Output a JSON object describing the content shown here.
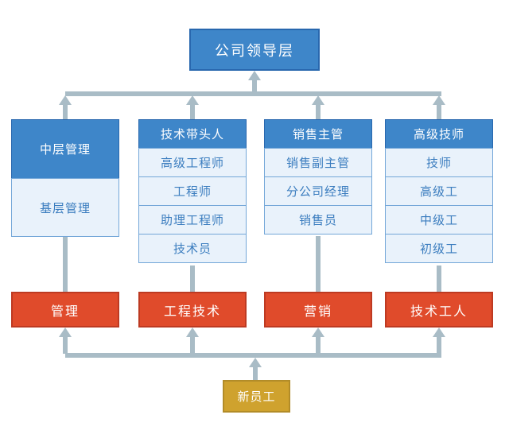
{
  "diagram": {
    "top_box": {
      "label": "公司领导层"
    },
    "columns": [
      {
        "id": "management",
        "header": "中层管理",
        "cells": [
          "基层管理"
        ]
      },
      {
        "id": "engineering",
        "header": "技术带头人",
        "cells": [
          "高级工程师",
          "工程师",
          "助理工程师",
          "技术员"
        ]
      },
      {
        "id": "sales",
        "header": "销售主管",
        "cells": [
          "销售副主管",
          "分公司经理",
          "销售员"
        ]
      },
      {
        "id": "technician",
        "header": "高级技师",
        "cells": [
          "技师",
          "高级工",
          "中级工",
          "初级工"
        ]
      }
    ],
    "tracks": [
      {
        "label": "管理"
      },
      {
        "label": "工程技术"
      },
      {
        "label": "营销"
      },
      {
        "label": "技术工人"
      }
    ],
    "entry_box": {
      "label": "新员工"
    },
    "colors": {
      "header_blue": "#3e86c9",
      "header_blue_border": "#2867ae",
      "cell_fill": "#e9f2fb",
      "cell_border": "#74a7d8",
      "cell_text": "#3b7dbf",
      "track_red": "#e04b2b",
      "track_red_border": "#bd3a22",
      "entry_gold": "#cfa22e",
      "entry_gold_border": "#b28c28",
      "connector": "#a9bcc6"
    }
  }
}
